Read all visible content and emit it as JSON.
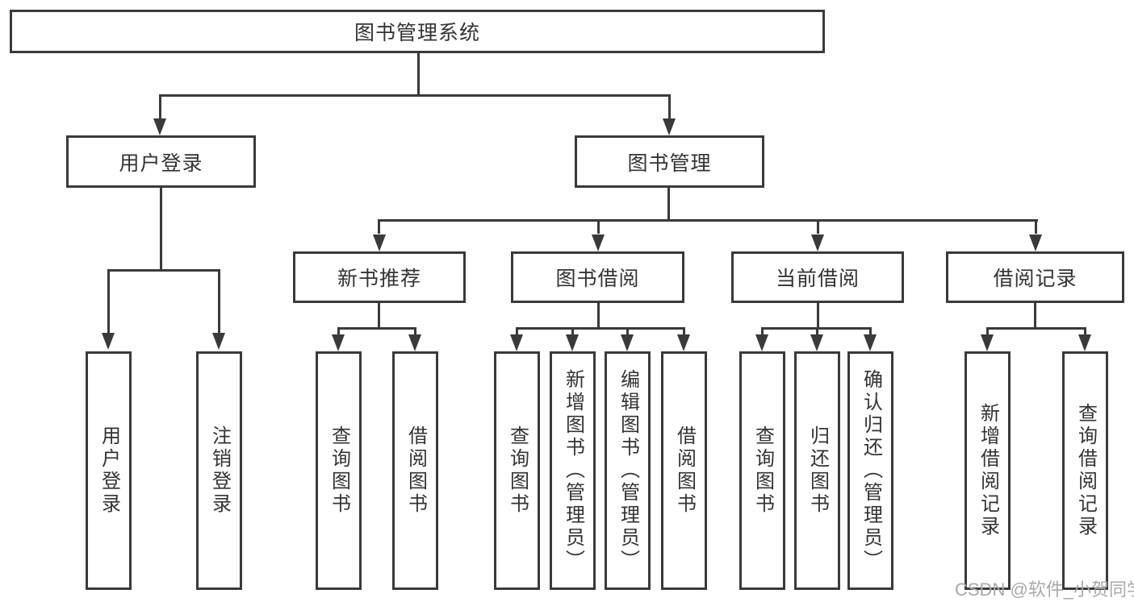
{
  "diagram": {
    "root": {
      "label": "图书管理系统"
    },
    "modules": [
      {
        "label": "用户登录",
        "children": [
          {
            "label": "用户登录"
          },
          {
            "label": "注销登录"
          }
        ]
      },
      {
        "label": "图书管理",
        "children": [
          {
            "label": "新书推荐",
            "children": [
              {
                "label": "查询图书"
              },
              {
                "label": "借阅图书"
              }
            ]
          },
          {
            "label": "图书借阅",
            "children": [
              {
                "label": "查询图书"
              },
              {
                "label": "新增图书（管理员）"
              },
              {
                "label": "编辑图书（管理员）"
              },
              {
                "label": "借阅图书"
              }
            ]
          },
          {
            "label": "当前借阅",
            "children": [
              {
                "label": "查询图书"
              },
              {
                "label": "归还图书"
              },
              {
                "label": "确认归还（管理员）"
              }
            ]
          },
          {
            "label": "借阅记录",
            "children": [
              {
                "label": "新增借阅记录"
              },
              {
                "label": "查询借阅记录"
              }
            ]
          }
        ]
      }
    ]
  },
  "watermark": {
    "text": "CSDN @软件_小贺同学"
  },
  "colors": {
    "line": "#3a3a3a",
    "text": "#333333",
    "background": "#ffffff",
    "watermark": "#a9a9a9"
  }
}
